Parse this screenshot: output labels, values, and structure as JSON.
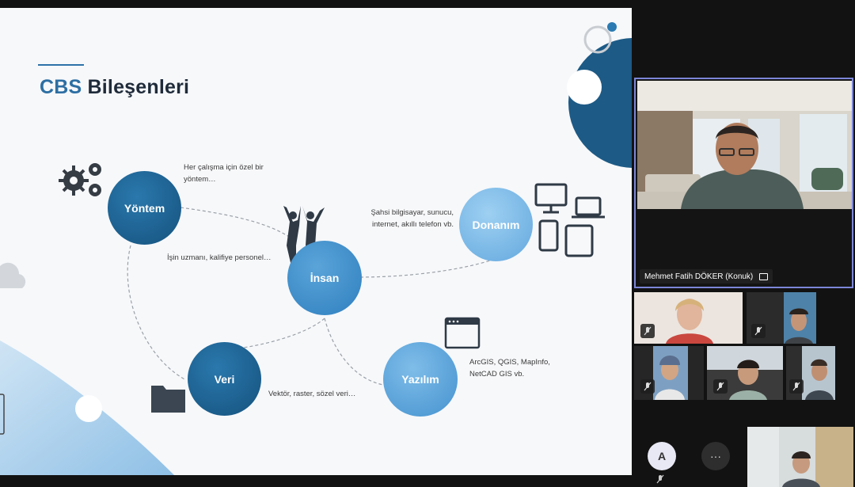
{
  "slide": {
    "title_accent": "CBS",
    "title_rest": " Bileşenleri",
    "nodes": {
      "yontem": "Yöntem",
      "insan": "İnsan",
      "donanim": "Donanım",
      "veri": "Veri",
      "yazilim": "Yazılım"
    },
    "notes": {
      "yontem": "Her çalışma için özel bir yöntem…",
      "insan": "İşin uzmanı, kalifiye personel…",
      "donanim": "Şahsi bilgisayar, sunucu, internet, akıllı telefon vb.",
      "veri": "Vektör, raster, sözel veri…",
      "yazilim": "ArcGIS, QGIS, MapInfo, NetCAD GIS vb."
    },
    "colors": {
      "accent": "#2d6fa3",
      "node_dark": "#1d5f8c",
      "node_light": "#6aaee0"
    }
  },
  "meeting": {
    "presenter_name": "Mehmet Fatih DÖKER (Konuk)",
    "participant_initial": "A",
    "more_label": "···",
    "active_border": "#7c86d8"
  }
}
